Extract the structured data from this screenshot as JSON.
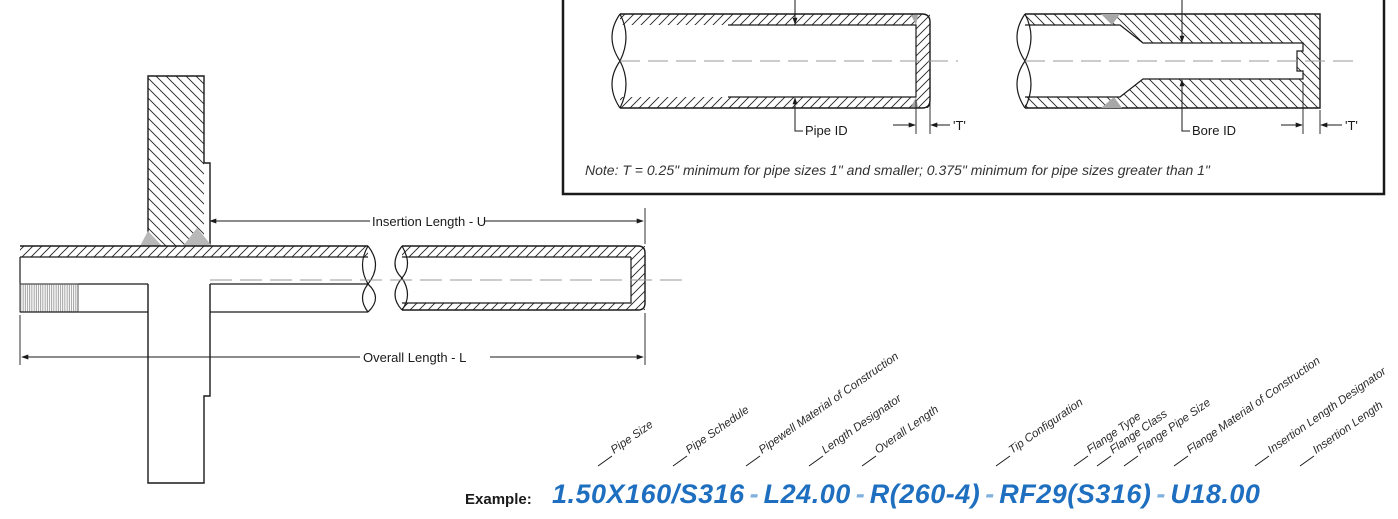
{
  "detail_box": {
    "pipe_id_label": "Pipe ID",
    "bore_id_label": "Bore ID",
    "t_label_left": "'T'",
    "t_label_right": "'T'",
    "note": "Note: T = 0.25\" minimum for pipe sizes 1\" and smaller; 0.375\" minimum for pipe sizes greater than 1\""
  },
  "main_drawing": {
    "insertion_length_label": "Insertion Length - U",
    "overall_length_label": "Overall Length - L"
  },
  "callouts": [
    "Pipe Size",
    "Pipe Schedule",
    "Pipewell Material of Construction",
    "Length Designator",
    "Overall Length",
    "Tip Configuration",
    "Flange Type",
    "Flange Class",
    "Flange Pipe Size",
    "Flange Material of Construction",
    "Insertion Length Designator",
    "Insertion Length"
  ],
  "example": {
    "label": "Example:",
    "seg1": "1.50X160/S316",
    "sep1": "-",
    "seg2": "L24.00",
    "sep2": "-",
    "seg3": "R(260-4)",
    "sep3": "-",
    "seg4": "RF29(S316)",
    "sep4": "-",
    "seg5": "U18.00"
  },
  "colors": {
    "example_code": "#1f6fc0",
    "example_dash": "#7fb0de",
    "weld": "#b8b8b8",
    "line": "#1a1a1a"
  }
}
